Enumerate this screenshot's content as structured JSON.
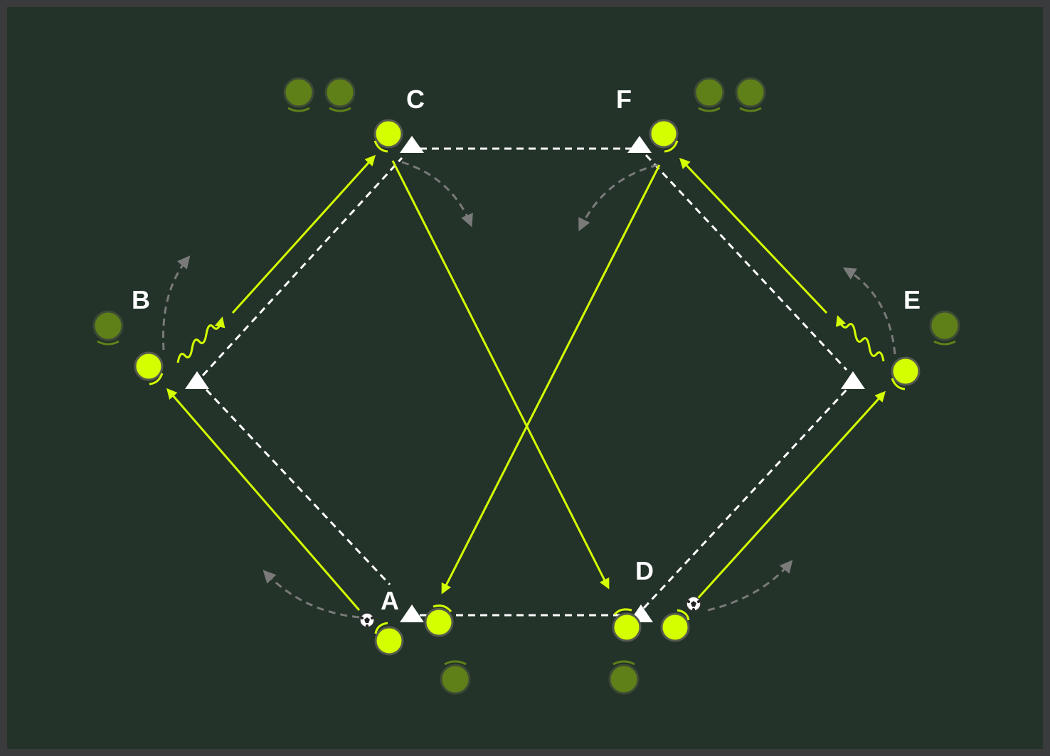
{
  "colors": {
    "frame": "#3a3b3c",
    "pitch": "#233329",
    "active_player": "#d4ff00",
    "waiting_player": "#5f8019",
    "pass": "#d4ff00",
    "run": "#7a7a7a",
    "cone": "#ffffff",
    "cone_link": "#ffffff"
  },
  "stations": [
    {
      "id": "A",
      "label": "A"
    },
    {
      "id": "B",
      "label": "B"
    },
    {
      "id": "C",
      "label": "C"
    },
    {
      "id": "D",
      "label": "D"
    },
    {
      "id": "E",
      "label": "E"
    },
    {
      "id": "F",
      "label": "F"
    }
  ],
  "legend_semantics": {
    "solid_yellow_arrow": "pass",
    "dashed_grey_arrow": "player-run",
    "wavy_yellow_arrow": "dribble",
    "dashed_white_line": "cone-link"
  }
}
